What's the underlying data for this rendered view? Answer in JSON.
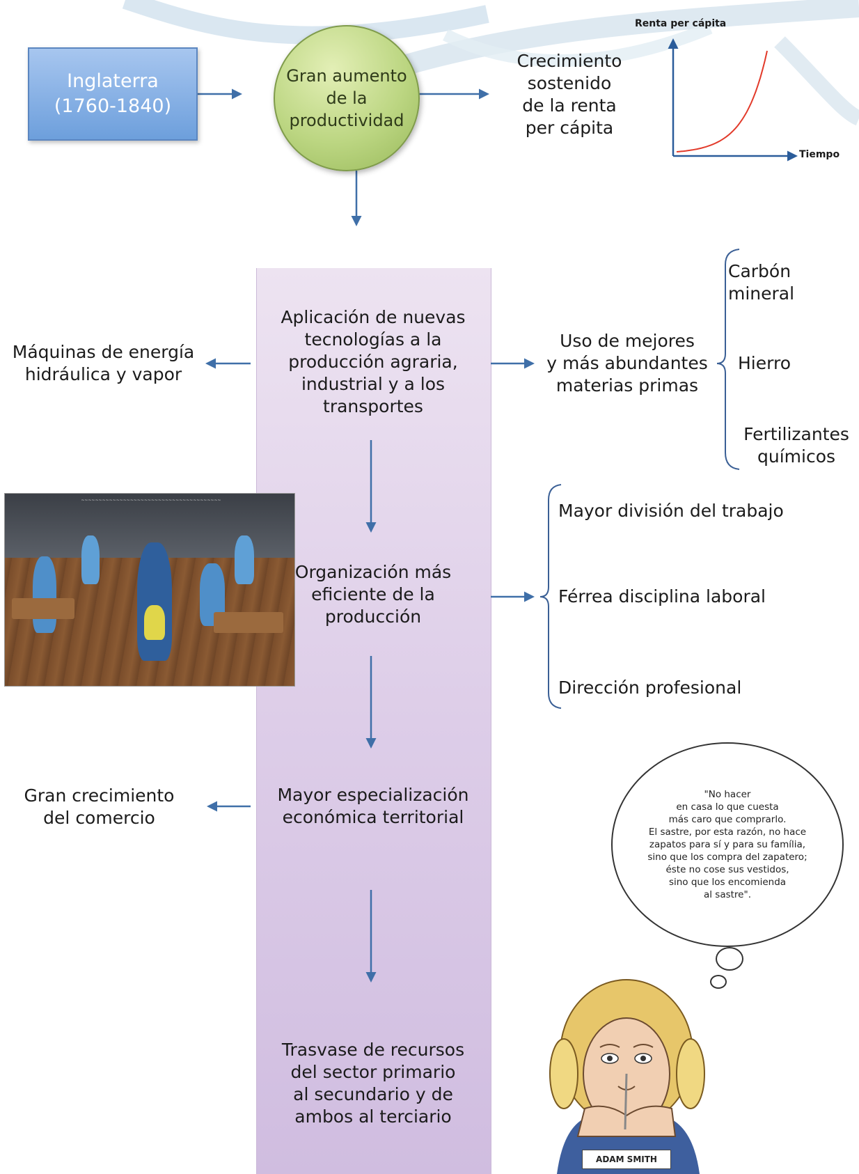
{
  "top_row": {
    "england_box": "Inglaterra\n(1760-1840)",
    "productivity_circle": "Gran aumento\nde la\nproductividad",
    "growth_text": "Crecimiento\nsostenido\nde la renta\nper cápita"
  },
  "mini_chart": {
    "ylabel": "Renta per cápita",
    "xlabel": "Tiempo",
    "curve_color": "#e23a2a"
  },
  "center_column": {
    "step1": "Aplicación de nuevas\ntecnologías a la\nproducción agraria,\nindustrial y a los\ntransportes",
    "step2": "Organización más\neficiente de la\nproducción",
    "step3": "Mayor especialización\neconómica territorial",
    "step4": "Trasvase de recursos\ndel sector primario\nal secundario y de\nambos al terciario"
  },
  "left_branches": {
    "machines": "Máquinas de energía\nhidráulica y vapor",
    "trade": "Gran crecimiento\ndel comercio"
  },
  "materials": {
    "intro": "Uso de mejores\ny más abundantes\nmaterias primas",
    "items": [
      "Carbón\nmineral",
      "Hierro",
      "Fertilizantes\nquímicos"
    ]
  },
  "organization": {
    "items": [
      "Mayor división del trabajo",
      "Férrea disciplina laboral",
      "Dirección profesional"
    ]
  },
  "quote": {
    "text": "\"No hacer\nen casa lo que cuesta\nmás caro que comprarlo.\nEl sastre, por esta razón, no hace\nzapatos para sí y para su família,\nsino que los compra del zapatero;\néste no cose sus vestidos,\nsino que los encomienda\nal sastre\".",
    "author": "ADAM SMITH"
  },
  "colors": {
    "arrow": "#3f6fa8",
    "column": "#dccbe6",
    "england_box": "#7aa7e0",
    "circle": "#b9d47f"
  }
}
